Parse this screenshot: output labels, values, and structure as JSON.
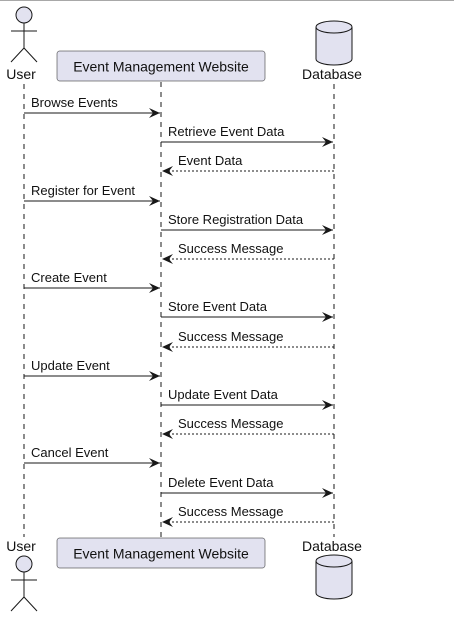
{
  "participants": {
    "user": "User",
    "website": "Event Management Website",
    "database": "Database"
  },
  "messages": [
    {
      "from": "user",
      "to": "website",
      "label": "Browse Events",
      "style": "solid"
    },
    {
      "from": "website",
      "to": "database",
      "label": "Retrieve Event Data",
      "style": "solid"
    },
    {
      "from": "database",
      "to": "website",
      "label": "Event Data",
      "style": "dashed"
    },
    {
      "from": "user",
      "to": "website",
      "label": "Register for Event",
      "style": "solid"
    },
    {
      "from": "website",
      "to": "database",
      "label": "Store Registration Data",
      "style": "solid"
    },
    {
      "from": "database",
      "to": "website",
      "label": "Success Message",
      "style": "dashed"
    },
    {
      "from": "user",
      "to": "website",
      "label": "Create Event",
      "style": "solid"
    },
    {
      "from": "website",
      "to": "database",
      "label": "Store Event Data",
      "style": "solid"
    },
    {
      "from": "database",
      "to": "website",
      "label": "Success Message",
      "style": "dashed"
    },
    {
      "from": "user",
      "to": "website",
      "label": "Update Event",
      "style": "solid"
    },
    {
      "from": "website",
      "to": "database",
      "label": "Update Event Data",
      "style": "solid"
    },
    {
      "from": "database",
      "to": "website",
      "label": "Success Message",
      "style": "dashed"
    },
    {
      "from": "user",
      "to": "website",
      "label": "Cancel Event",
      "style": "solid"
    },
    {
      "from": "website",
      "to": "database",
      "label": "Delete Event Data",
      "style": "solid"
    },
    {
      "from": "database",
      "to": "website",
      "label": "Success Message",
      "style": "dashed"
    }
  ],
  "colors": {
    "participant_fill": "#e2e2f0",
    "participant_stroke": "#181818",
    "lifeline": "#181818",
    "arrow": "#181818"
  }
}
